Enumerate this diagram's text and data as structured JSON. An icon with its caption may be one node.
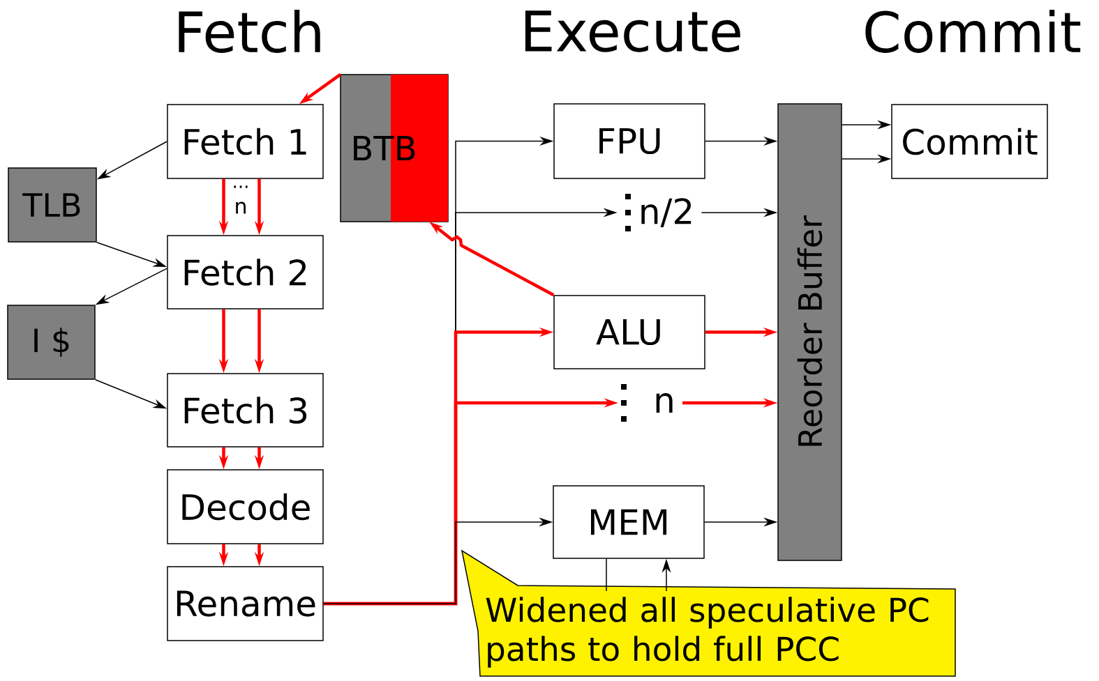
{
  "diagram": {
    "nodes": [
      {
        "text": [
          "Fetch 1"
        ]
      },
      {
        "text": [
          "TLB"
        ]
      },
      {
        "text": [
          "Fetch 2"
        ]
      },
      {
        "text": [
          "I $"
        ]
      },
      {
        "text": [
          "Fetch 3"
        ]
      },
      {
        "text": [
          "Decode"
        ]
      },
      {
        "text": [
          "Rename"
        ]
      },
      {
        "text": [
          "BTB"
        ]
      },
      {
        "text": [
          "FPU"
        ]
      },
      {
        "text": [
          "n/2"
        ]
      },
      {
        "text": [
          "ALU"
        ]
      },
      {
        "text": [
          "n"
        ]
      },
      {
        "text": [
          "MEM"
        ]
      },
      {
        "text": [
          "Reorder Buffer"
        ]
      },
      {
        "text": [
          "Commit"
        ]
      },
      {
        "text": [
          "Widened all speculative PC paths to hold full PCC"
        ]
      }
    ],
    "edges": [
      {
        "from": 0,
        "to": 1,
        "arrow": "to"
      },
      {
        "from": 1,
        "to": 2,
        "arrow": "to"
      },
      {
        "from": 2,
        "to": 3,
        "arrow": "to"
      },
      {
        "from": 3,
        "to": 4,
        "arrow": "to"
      },
      {
        "from": 0,
        "to": 2,
        "arrow": "to",
        "style": "thick",
        "color": "#ff0000"
      },
      {
        "from": 0,
        "to": 2,
        "arrow": "to",
        "style": "thick",
        "color": "#ff0000"
      },
      {
        "from": 2,
        "to": 4,
        "arrow": "to",
        "style": "thick",
        "color": "#ff0000"
      },
      {
        "from": 2,
        "to": 4,
        "arrow": "to",
        "style": "thick",
        "color": "#ff0000"
      },
      {
        "from": 4,
        "to": 5,
        "arrow": "to",
        "style": "thick",
        "color": "#ff0000"
      },
      {
        "from": 4,
        "to": 5,
        "arrow": "to",
        "style": "thick",
        "color": "#ff0000"
      },
      {
        "from": 5,
        "to": 6,
        "arrow": "to",
        "style": "thick",
        "color": "#ff0000"
      },
      {
        "from": 5,
        "to": 6,
        "arrow": "to",
        "style": "thick",
        "color": "#ff0000"
      },
      {
        "from": 7,
        "to": 0,
        "arrow": "to",
        "style": "thick",
        "color": "#ff0000"
      },
      {
        "from": 6,
        "to": 8,
        "arrow": "to"
      },
      {
        "from": 6,
        "to": 9,
        "arrow": "to"
      },
      {
        "from": 6,
        "to": 10,
        "arrow": "to",
        "style": "thick",
        "color": "#ff0000"
      },
      {
        "from": 6,
        "to": 11,
        "arrow": "to",
        "style": "thick",
        "color": "#ff0000"
      },
      {
        "from": 6,
        "to": 12,
        "arrow": "to"
      },
      {
        "from": 10,
        "to": 7,
        "arrow": "to",
        "style": "thick",
        "color": "#ff0000"
      },
      {
        "from": 8,
        "to": 13,
        "arrow": "to"
      },
      {
        "from": 9,
        "to": 13,
        "arrow": "to"
      },
      {
        "from": 10,
        "to": 13,
        "arrow": "to",
        "style": "thick",
        "color": "#ff0000"
      },
      {
        "from": 11,
        "to": 13,
        "arrow": "to",
        "style": "thick",
        "color": "#ff0000"
      },
      {
        "from": 12,
        "to": 13,
        "arrow": "to"
      },
      {
        "from": 13,
        "to": 14,
        "arrow": "to"
      },
      {
        "from": 13,
        "to": 14,
        "arrow": "to"
      },
      {
        "from": 15,
        "to": 12,
        "arrow": "none"
      },
      {
        "from": 15,
        "to": 12,
        "arrow": "to"
      }
    ],
    "labels": [
      "Fetch",
      "Execute",
      "Commit",
      "...",
      "n"
    ]
  }
}
